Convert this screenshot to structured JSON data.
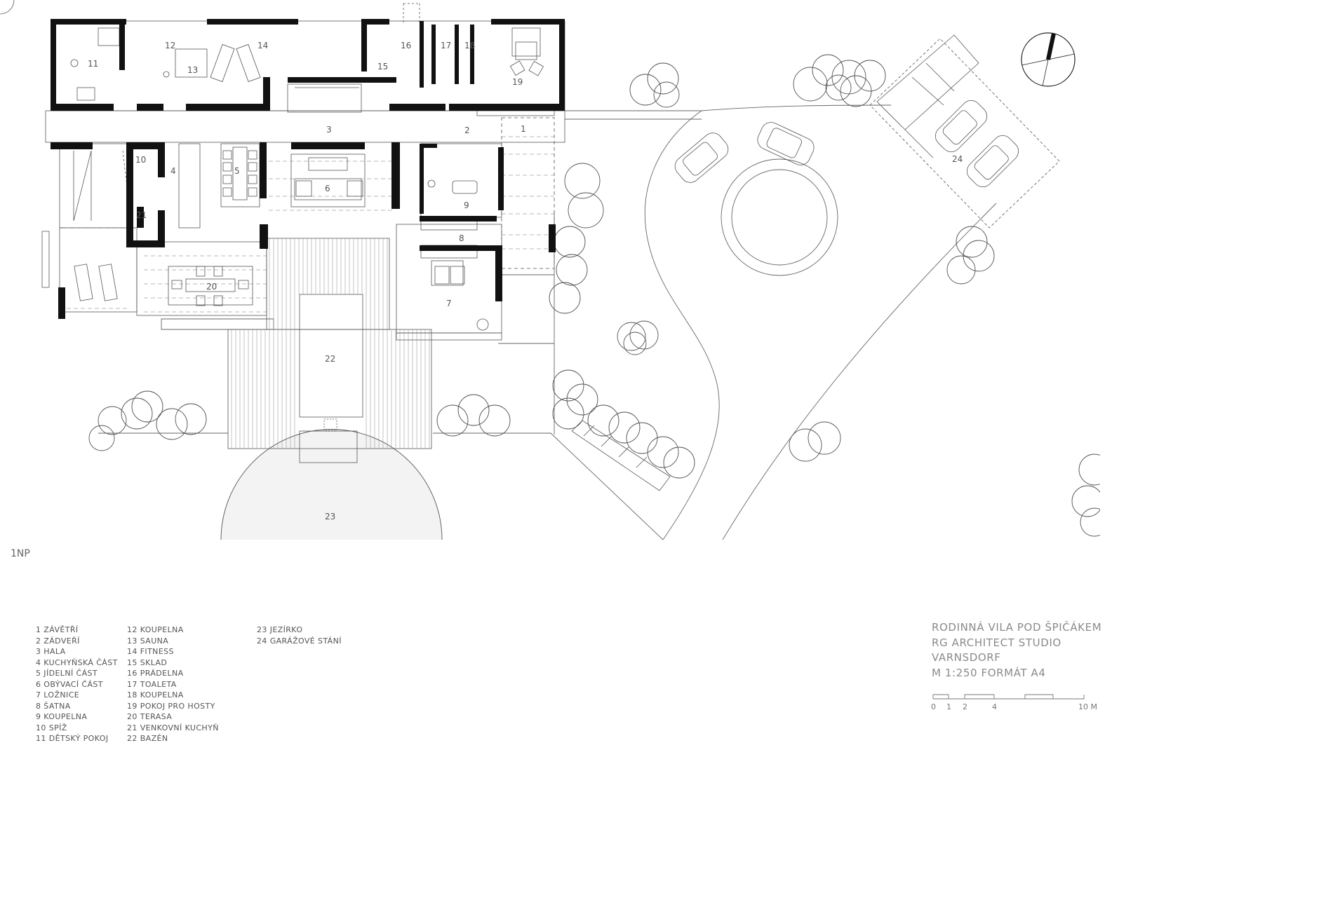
{
  "drawing": {
    "floor_label": "1NP",
    "room_numbers": [
      "1",
      "2",
      "3",
      "4",
      "5",
      "6",
      "7",
      "8",
      "9",
      "10",
      "11",
      "12",
      "13",
      "14",
      "15",
      "16",
      "17",
      "18",
      "19",
      "20",
      "21",
      "22",
      "23",
      "24"
    ]
  },
  "legend": {
    "column_1": [
      "1 ZÁVĚTŘÍ",
      "2 ZÁDVEŘÍ",
      "3 HALA",
      "4 KUCHYŇSKÁ ČÁST",
      "5 JÍDELNÍ ČÁST",
      "6 OBÝVACÍ ČÁST",
      "7 LOŽNICE",
      "8 ŠATNA",
      "9 KOUPELNA",
      "10 SPÍŽ",
      "11 DĚTSKÝ POKOJ"
    ],
    "column_2": [
      "12 KOUPELNA",
      "13 SAUNA",
      "14 FITNESS",
      "15 SKLAD",
      "16 PRÁDELNA",
      "17 TOALETA",
      "18 KOUPELNA",
      "19 POKOJ PRO HOSTY",
      "20 TERASA",
      "21 VENKOVNÍ KUCHYŇ",
      "22 BAZÉN"
    ],
    "column_3": [
      "23 JEZÍRKO",
      "24 GARÁŽOVÉ STÁNÍ"
    ]
  },
  "title_block": {
    "project": "RODINNÁ VILA POD ŠPIČÁKEM",
    "studio": "RG ARCHITECT STUDIO",
    "location": "VARNSDORF",
    "scale_format": "M 1:250 FORMÁT A4"
  },
  "scale_bar": {
    "ticks": [
      "0",
      "1",
      "2",
      "4",
      "10 M"
    ]
  },
  "colors": {
    "ink": "#1a1a1a",
    "line": "#555555",
    "text": "#555555",
    "title": "#8a8a8a"
  }
}
